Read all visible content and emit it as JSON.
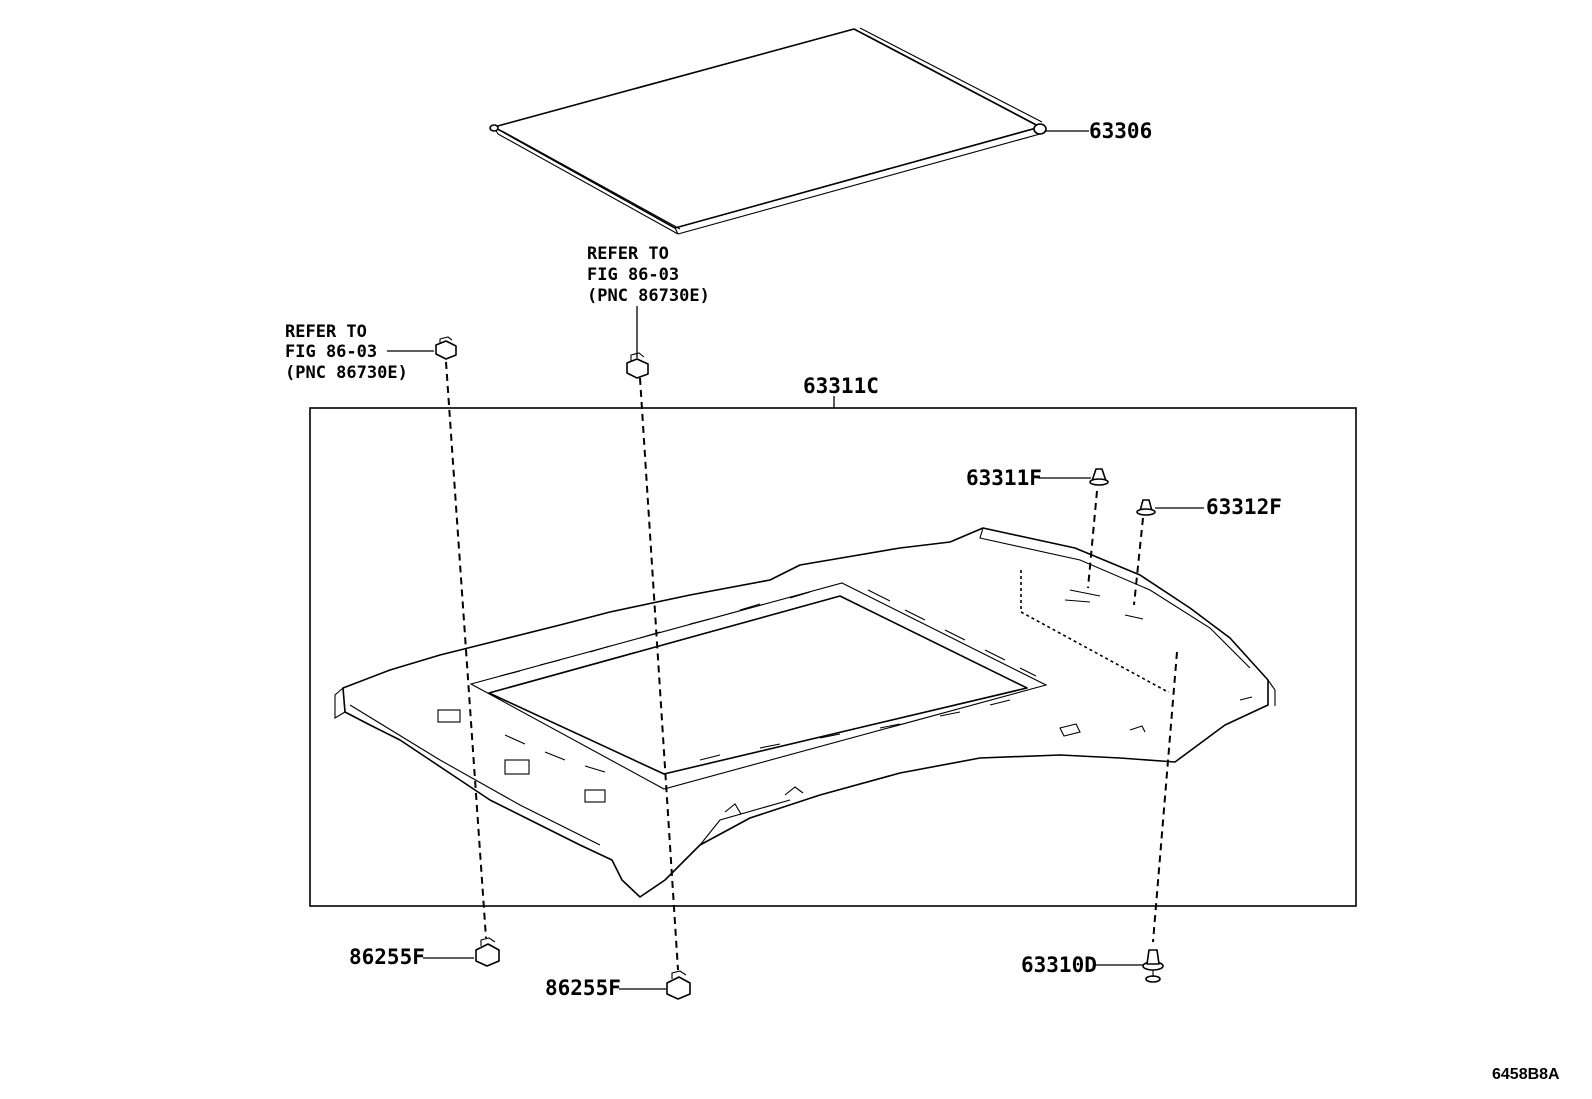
{
  "diagram_code": "6458B8A",
  "parts": {
    "shade": "63306",
    "headliner": "63311C",
    "clip_63311f": "63311F",
    "clip_63312f": "63312F",
    "clip_86255f_left": "86255F",
    "clip_86255f_mid": "86255F",
    "clip_63310d": "63310D"
  },
  "references": {
    "left": [
      "REFER TO",
      "FIG 86-03",
      "(PNC 86730E)"
    ],
    "center": [
      "REFER TO",
      "FIG 86-03",
      "(PNC 86730E)"
    ]
  }
}
